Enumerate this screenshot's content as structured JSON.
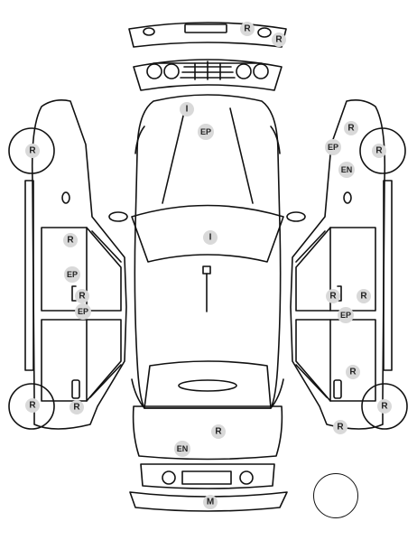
{
  "colors": {
    "outline": "#111111",
    "marker_fill": "#d9d9d9",
    "marker_text": "#222222",
    "background": "#ffffff"
  },
  "legend_codes_shown": [
    "R",
    "EP",
    "EN",
    "I",
    "M"
  ],
  "markers": {
    "front_bumper_r1": "R",
    "front_bumper_r2": "R",
    "hood_i": "I",
    "hood_ep": "EP",
    "roof_i": "I",
    "rear_trunk_r": "R",
    "rear_trunk_en": "EN",
    "rear_bumper_m": "M",
    "left_front_wheel_r": "R",
    "left_front_door_r": "R",
    "left_front_door_ep": "EP",
    "left_front_door_r2": "R",
    "left_sill_ep": "EP",
    "left_rear_wheel_r": "R",
    "left_rear_wheel_r2": "R",
    "right_fender_r": "R",
    "right_fender_ep": "EP",
    "right_fender_en": "EN",
    "right_front_wheel_r": "R",
    "right_door_r1": "R",
    "right_door_r2": "R",
    "right_sill_ep": "EP",
    "right_rear_r": "R",
    "right_rear_wheel_r": "R",
    "right_rear_r2": "R"
  }
}
